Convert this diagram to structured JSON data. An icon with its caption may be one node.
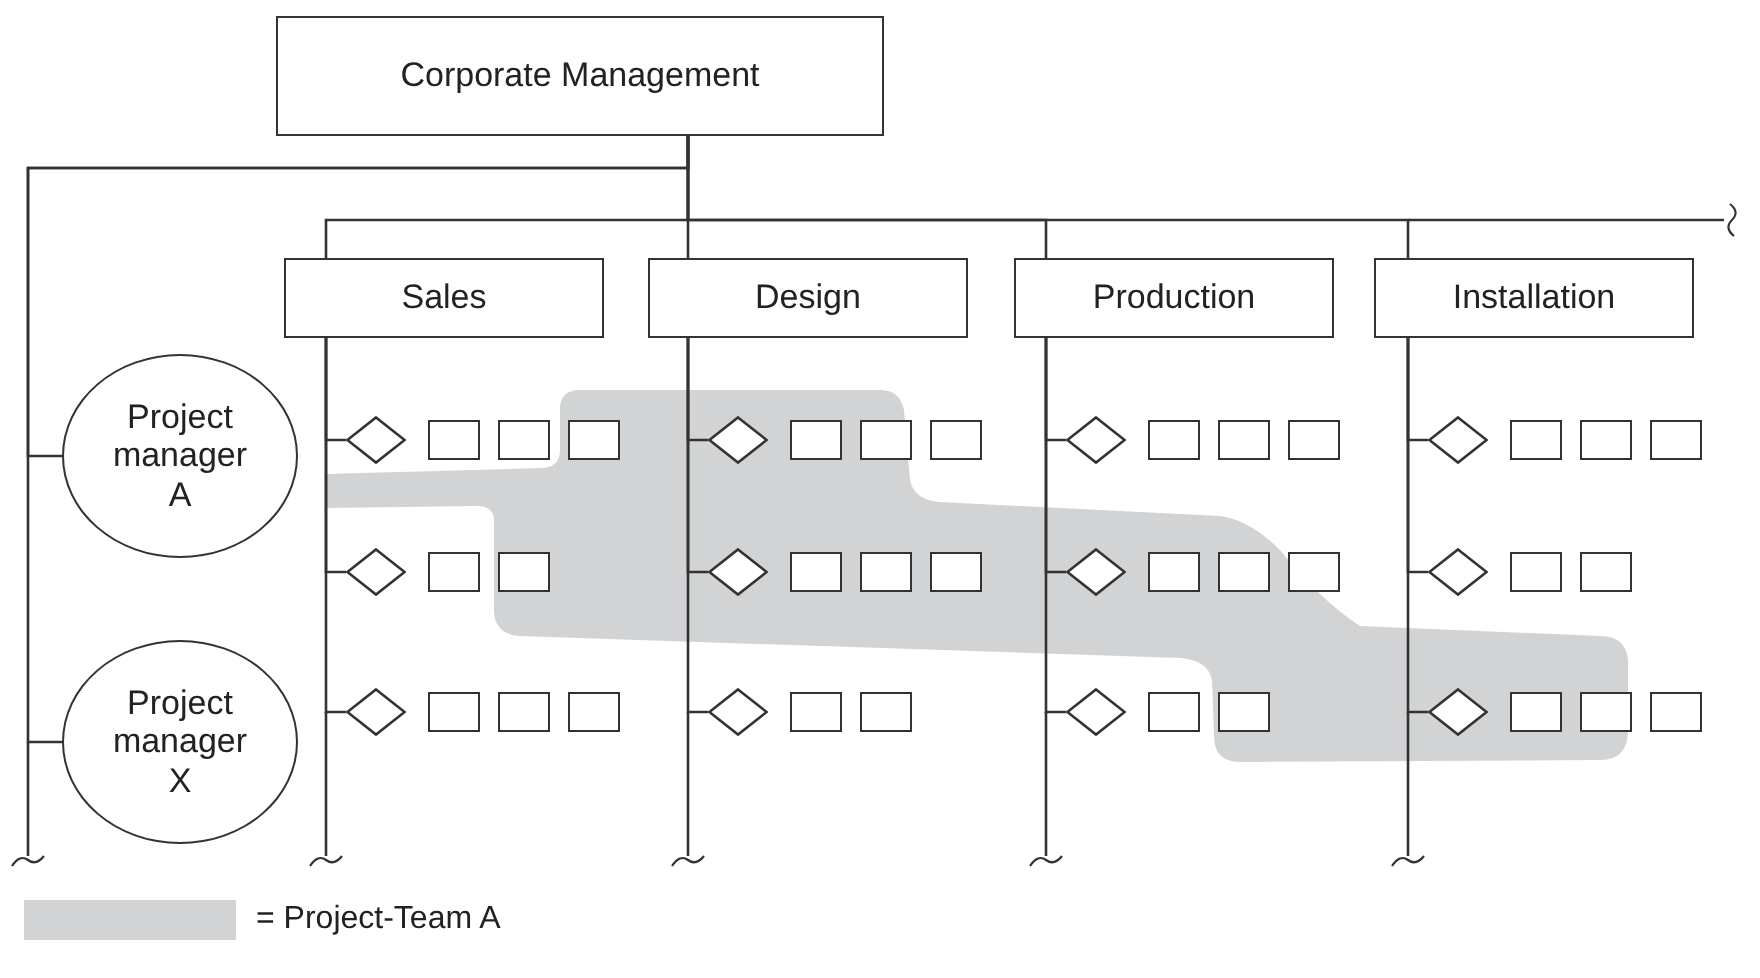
{
  "diagram": {
    "nodes": [
      {
        "text": [
          "Corporate Management"
        ]
      },
      {
        "text": [
          "Sales"
        ]
      },
      {
        "text": [
          "Design"
        ]
      },
      {
        "text": [
          "Production"
        ]
      },
      {
        "text": [
          "Installation"
        ]
      },
      {
        "text": [
          "Project manager A"
        ]
      },
      {
        "text": [
          "Project manager X"
        ]
      },
      {
        "text": [],
        "shape": "diamond"
      },
      {
        "text": [],
        "shape": "box"
      },
      {
        "text": [],
        "shape": "box"
      },
      {
        "text": [],
        "shape": "box"
      },
      {
        "text": [],
        "shape": "diamond"
      },
      {
        "text": [],
        "shape": "box"
      },
      {
        "text": [],
        "shape": "box"
      },
      {
        "text": [],
        "shape": "box"
      },
      {
        "text": [],
        "shape": "diamond"
      },
      {
        "text": [],
        "shape": "box"
      },
      {
        "text": [],
        "shape": "box"
      },
      {
        "text": [],
        "shape": "box"
      },
      {
        "text": [],
        "shape": "diamond"
      },
      {
        "text": [],
        "shape": "box"
      },
      {
        "text": [],
        "shape": "box"
      },
      {
        "text": [],
        "shape": "box"
      },
      {
        "text": [],
        "shape": "diamond"
      },
      {
        "text": [],
        "shape": "box"
      },
      {
        "text": [],
        "shape": "box"
      },
      {
        "text": [],
        "shape": "diamond"
      },
      {
        "text": [],
        "shape": "box"
      },
      {
        "text": [],
        "shape": "box"
      },
      {
        "text": [],
        "shape": "box"
      },
      {
        "text": [],
        "shape": "diamond"
      },
      {
        "text": [],
        "shape": "box"
      },
      {
        "text": [],
        "shape": "box"
      },
      {
        "text": [],
        "shape": "box"
      },
      {
        "text": [],
        "shape": "diamond"
      },
      {
        "text": [],
        "shape": "box"
      },
      {
        "text": [],
        "shape": "box"
      },
      {
        "text": [],
        "shape": "diamond"
      },
      {
        "text": [],
        "shape": "box"
      },
      {
        "text": [],
        "shape": "box"
      },
      {
        "text": [],
        "shape": "box"
      },
      {
        "text": [],
        "shape": "diamond"
      },
      {
        "text": [],
        "shape": "box"
      },
      {
        "text": [],
        "shape": "box"
      },
      {
        "text": [],
        "shape": "diamond"
      },
      {
        "text": [],
        "shape": "box"
      },
      {
        "text": [],
        "shape": "box"
      },
      {
        "text": [],
        "shape": "diamond"
      },
      {
        "text": [],
        "shape": "box"
      },
      {
        "text": [],
        "shape": "box"
      },
      {
        "text": [],
        "shape": "box"
      }
    ],
    "edges": [
      {
        "from": 0,
        "to": 1,
        "arrow": "none"
      },
      {
        "from": 0,
        "to": 2,
        "arrow": "none"
      },
      {
        "from": 0,
        "to": 3,
        "arrow": "none"
      },
      {
        "from": 0,
        "to": 4,
        "arrow": "none"
      },
      {
        "from": 0,
        "to": 5,
        "arrow": "none"
      },
      {
        "from": 0,
        "to": 6,
        "arrow": "none"
      },
      {
        "from": 1,
        "to": 7,
        "arrow": "none"
      },
      {
        "from": 1,
        "to": 23,
        "arrow": "none"
      },
      {
        "from": 1,
        "to": 37,
        "arrow": "none"
      },
      {
        "from": 2,
        "to": 11,
        "arrow": "none"
      },
      {
        "from": 2,
        "to": 26,
        "arrow": "none"
      },
      {
        "from": 2,
        "to": 41,
        "arrow": "none"
      },
      {
        "from": 3,
        "to": 15,
        "arrow": "none"
      },
      {
        "from": 3,
        "to": 30,
        "arrow": "none"
      },
      {
        "from": 3,
        "to": 44,
        "arrow": "none"
      },
      {
        "from": 4,
        "to": 19,
        "arrow": "none"
      },
      {
        "from": 4,
        "to": 34,
        "arrow": "none"
      },
      {
        "from": 4,
        "to": 47,
        "arrow": "none"
      }
    ],
    "legend": [
      {
        "text": "= Project-Team A",
        "color": "#d1d3d4"
      }
    ]
  }
}
